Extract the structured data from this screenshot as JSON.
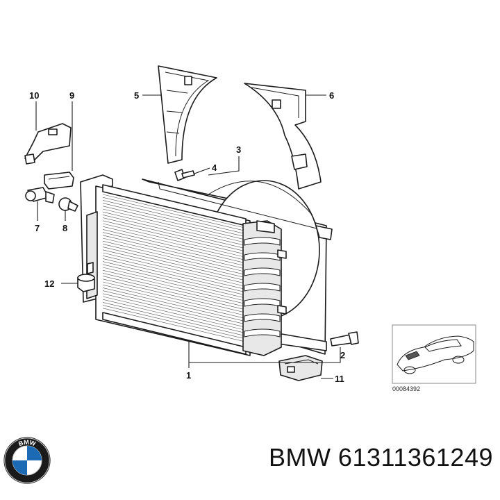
{
  "diagram": {
    "callouts": [
      {
        "id": "1",
        "label": "1"
      },
      {
        "id": "2",
        "label": "2"
      },
      {
        "id": "3",
        "label": "3"
      },
      {
        "id": "4",
        "label": "4"
      },
      {
        "id": "5",
        "label": "5"
      },
      {
        "id": "6",
        "label": "6"
      },
      {
        "id": "7",
        "label": "7"
      },
      {
        "id": "8",
        "label": "8"
      },
      {
        "id": "9",
        "label": "9"
      },
      {
        "id": "10",
        "label": "10"
      },
      {
        "id": "11",
        "label": "11"
      },
      {
        "id": "12",
        "label": "12"
      }
    ],
    "reference_code": "00084392"
  },
  "footer": {
    "brand_logo_icon": "bmw-roundel-icon",
    "logo_letters": "BMW",
    "part_number_text": "BMW 61311361249"
  }
}
